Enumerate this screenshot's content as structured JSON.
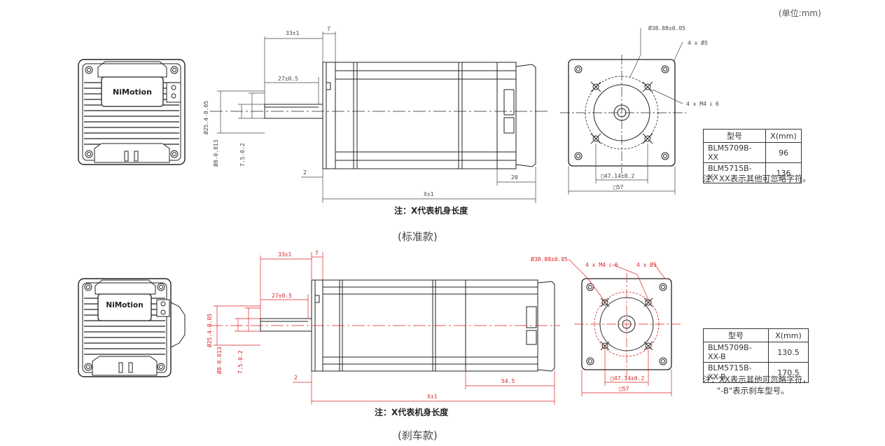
{
  "unit_label": "(单位:mm)",
  "logo_text": "NiMotion",
  "standard": {
    "caption": "(标准款)",
    "length_note": "注：X代表机身长度",
    "dims": {
      "shaft_len": "33±1",
      "flange": "7",
      "key_len": "27±0.5",
      "shaft_dia": "Ø25.4₋0.05",
      "key_dia": "Ø8₋0.013",
      "key_depth": "7.5₋0.2",
      "gap": "2",
      "body_len": "X±1",
      "rear": "20",
      "pcd": "Ø38.88±0.05",
      "holes": "4 x Ø5",
      "tap": "4 x M4 ⫰ 6",
      "hole_spacing": "□47.14±0.2",
      "square": "□57"
    },
    "table": {
      "headers": [
        "型号",
        "X(mm)"
      ],
      "rows": [
        [
          "BLM5709B-XX",
          "96"
        ],
        [
          "BLM5715B-XX",
          "136"
        ]
      ]
    },
    "notes": [
      "注：XX表示其他可忽略字符。"
    ]
  },
  "brake": {
    "caption": "(刹车款)",
    "length_note": "注：X代表机身长度",
    "dims": {
      "shaft_len": "33±1",
      "flange": "7",
      "key_len": "27±0.5",
      "shaft_dia": "Ø25.4₋0.05",
      "key_dia": "Ø8₋0.013",
      "key_depth": "7.5₋0.2",
      "gap": "2",
      "body_len": "X±1",
      "rear": "54.5",
      "pcd": "Ø38.88±0.05",
      "tap": "4 x M4 ⫰ 6",
      "holes": "4 x Ø5",
      "hole_spacing": "□47.14±0.2",
      "square": "□57"
    },
    "table": {
      "headers": [
        "型号",
        "X(mm)"
      ],
      "rows": [
        [
          "BLM5709B-XX-B",
          "130.5"
        ],
        [
          "BLM5715B-XX-B",
          "170.5"
        ]
      ]
    },
    "notes": [
      "注：XX表示其他可忽略字符，",
      "\"-B\"表示刹车型号。"
    ]
  },
  "colors": {
    "dimension_red": "#dd2222",
    "line": "#333333"
  }
}
